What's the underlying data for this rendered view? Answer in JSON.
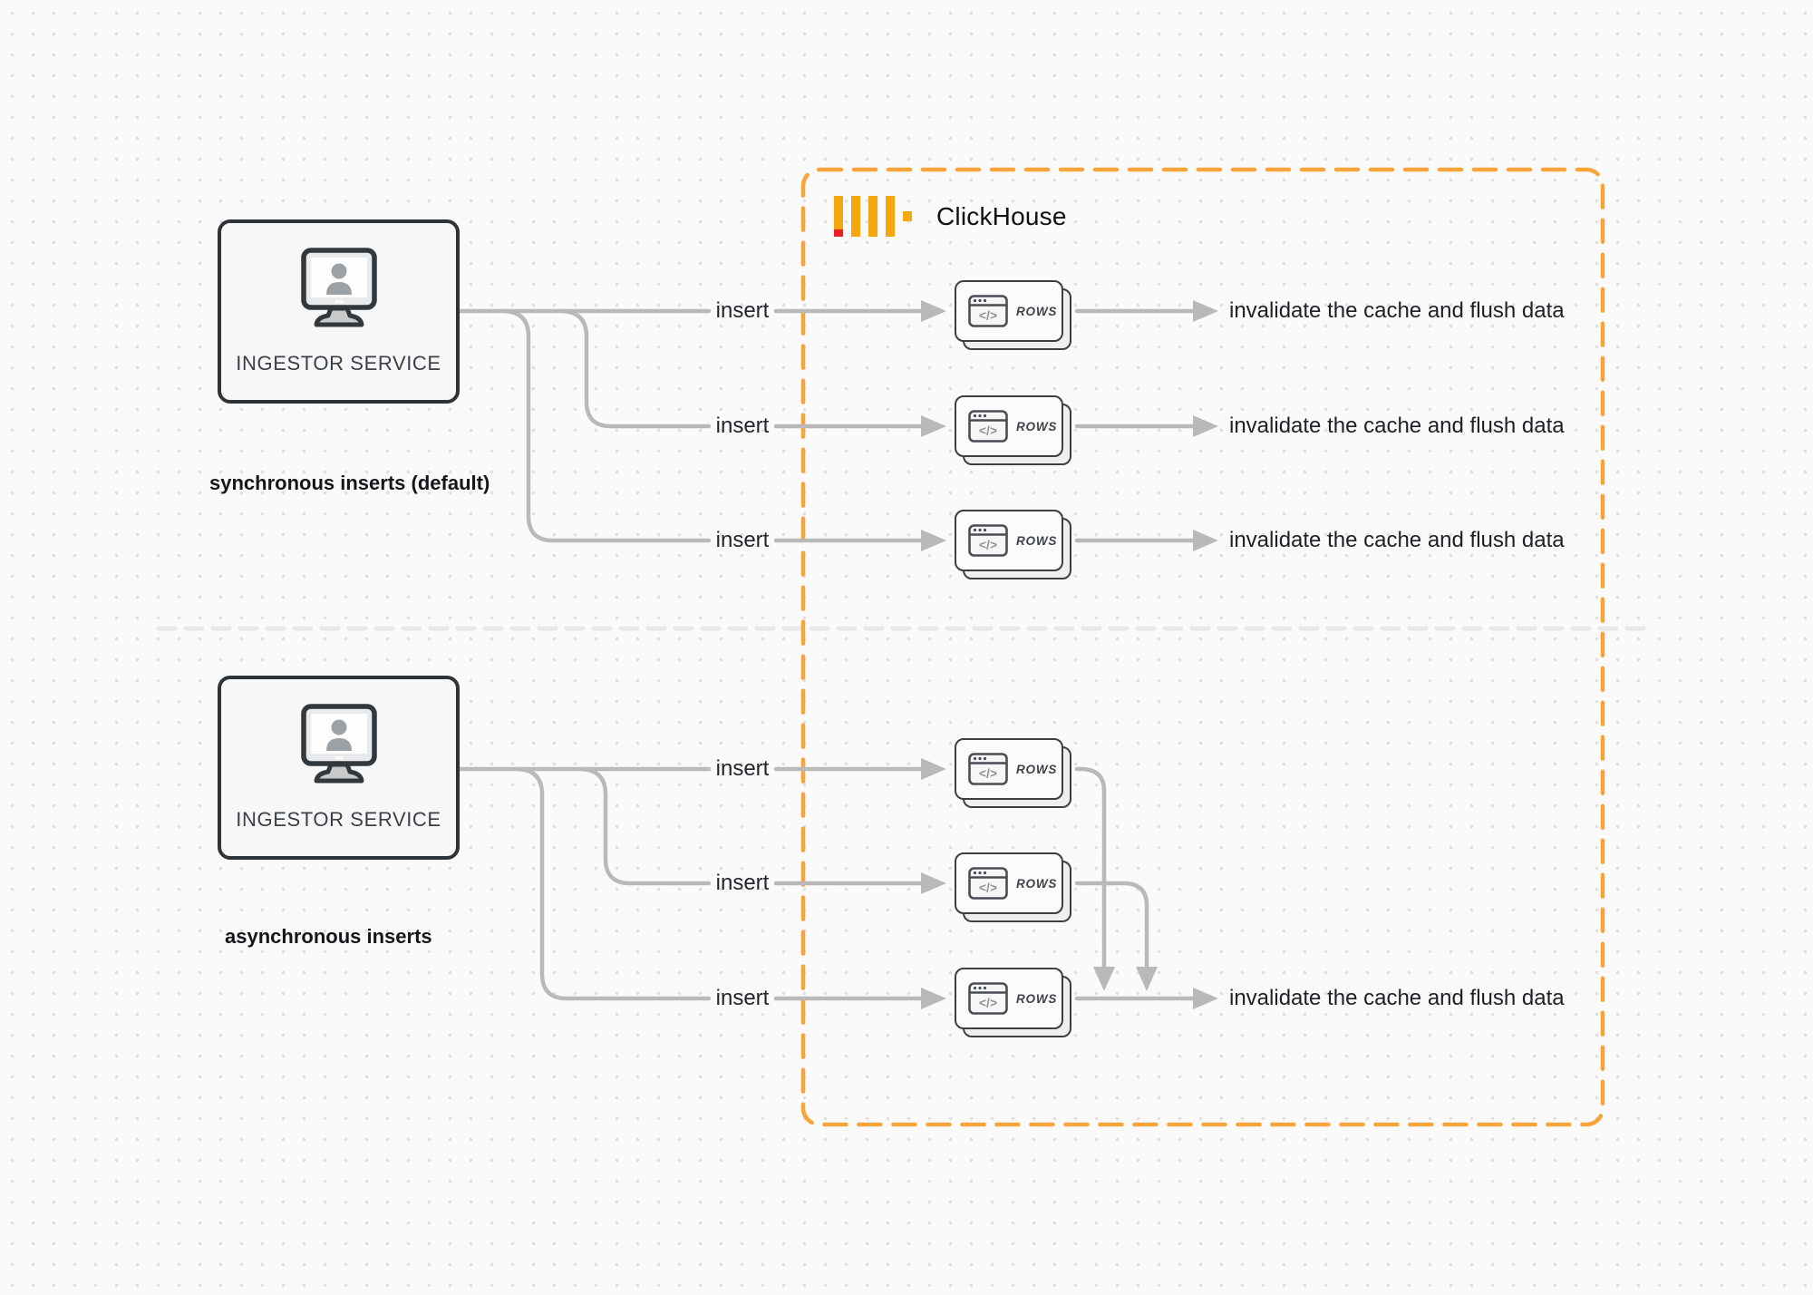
{
  "colors": {
    "accent_orange": "#f9a43b",
    "logo_yellow": "#f6a70e",
    "logo_red": "#eb1f27",
    "connector_gray": "#b9b9b9",
    "box_border_dark": "#2e3338",
    "divider_gray": "#e8e8e8"
  },
  "clickhouse": {
    "title": "ClickHouse"
  },
  "sync": {
    "caption": "synchronous inserts (default)",
    "service_label": "INGESTOR SERVICE",
    "rows": [
      {
        "insert": "insert",
        "card": "ROWS",
        "result": "invalidate the cache and flush data"
      },
      {
        "insert": "insert",
        "card": "ROWS",
        "result": "invalidate the cache and flush data"
      },
      {
        "insert": "insert",
        "card": "ROWS",
        "result": "invalidate the cache and flush data"
      }
    ]
  },
  "async": {
    "caption": "asynchronous inserts",
    "service_label": "INGESTOR SERVICE",
    "rows": [
      {
        "insert": "insert",
        "card": "ROWS"
      },
      {
        "insert": "insert",
        "card": "ROWS"
      },
      {
        "insert": "insert",
        "card": "ROWS"
      }
    ],
    "result": "invalidate the cache and flush data"
  }
}
